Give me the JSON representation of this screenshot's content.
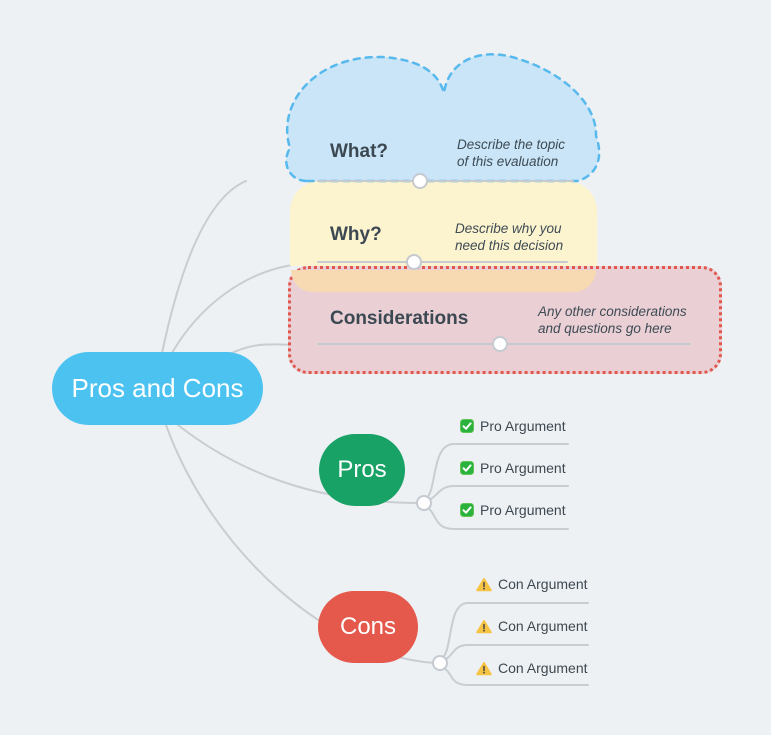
{
  "root": {
    "label": "Pros and Cons"
  },
  "branches": {
    "what": {
      "title": "What?",
      "desc_line1": "Describe the topic",
      "desc_line2": "of this evaluation"
    },
    "why": {
      "title": "Why?",
      "desc_line1": "Describe why you",
      "desc_line2": "need this decision"
    },
    "considerations": {
      "title": "Considerations",
      "desc_line1": "Any other considerations",
      "desc_line2": "and questions go here"
    },
    "pros": {
      "label": "Pros",
      "items": [
        {
          "icon": "check-icon",
          "label": "Pro Argument"
        },
        {
          "icon": "check-icon",
          "label": "Pro Argument"
        },
        {
          "icon": "check-icon",
          "label": "Pro Argument"
        }
      ]
    },
    "cons": {
      "label": "Cons",
      "items": [
        {
          "icon": "warning-icon",
          "label": "Con Argument"
        },
        {
          "icon": "warning-icon",
          "label": "Con Argument"
        },
        {
          "icon": "warning-icon",
          "label": "Con Argument"
        }
      ]
    }
  },
  "colors": {
    "background": "#EDF1F4",
    "root_fill": "#4CC2F1",
    "cloud_fill": "#C9E5F7",
    "cloud_border": "#58B9ED",
    "why_fill": "#FCF3CF",
    "why_overlap_fill": "#F8DAB2",
    "considerations_fill": "#EACFD5",
    "considerations_border": "#E0584D",
    "pros_fill": "#18A266",
    "cons_fill": "#E4594C",
    "connector_gray": "#C9CDD2",
    "title_text": "#3C4852",
    "check_icon_green": "#2AB23C",
    "warning_icon_yellow": "#F6C445"
  }
}
